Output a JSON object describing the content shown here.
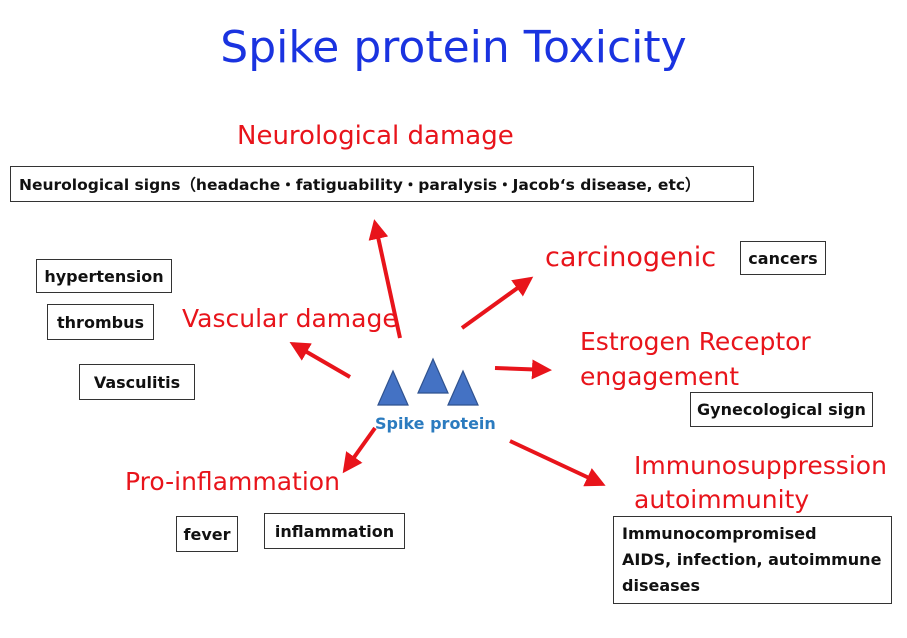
{
  "title": "Spike protein Toxicity",
  "center": {
    "label": "Spike protein"
  },
  "effects": {
    "neurological": "Neurological damage",
    "vascular": "Vascular damage",
    "carcinogenic": "carcinogenic",
    "estrogen_line1": "Estrogen Receptor",
    "estrogen_line2": "engagement",
    "inflammation": "Pro-inflammation",
    "immuno_line1": "Immunosuppression",
    "immuno_line2": "autoimmunity"
  },
  "boxes": {
    "neuro_signs": "Neurological signs（headache・fatiguability・paralysis・Jacob‘s disease, etc）",
    "hypertension": "hypertension",
    "thrombus": "thrombus",
    "vasculitis": "Vasculitis",
    "cancers": "cancers",
    "gynecological": "Gynecological sign",
    "fever": "fever",
    "inflammation": "inflammation",
    "immuno_line1": "Immunocompromised",
    "immuno_line2": "AIDS, infection, autoimmune",
    "immuno_line3": "diseases"
  },
  "colors": {
    "title": "#1a33e0",
    "effect_text": "#e8141b",
    "arrow": "#e8141b",
    "spike_fill": "#4472c4",
    "spike_label": "#2b7bbf"
  }
}
